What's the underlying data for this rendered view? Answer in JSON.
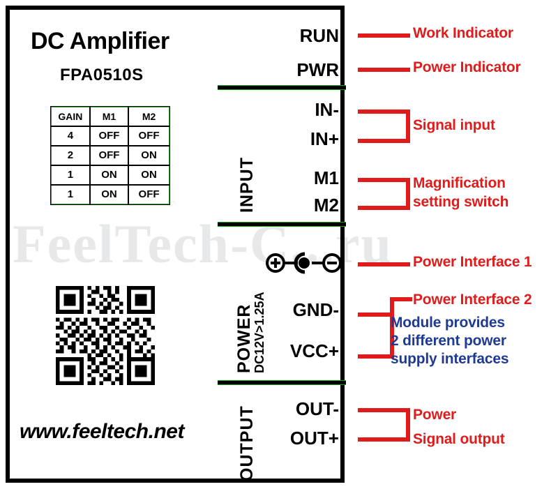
{
  "watermark": {
    "text": "FeelTech-C...ru"
  },
  "board": {
    "title": "DC Amplifier",
    "model": "FPA0510S",
    "website": "www.feeltech.net",
    "indicators": [
      {
        "label": "RUN"
      },
      {
        "label": "PWR"
      }
    ],
    "gain_table": {
      "headers": [
        "GAIN",
        "M1",
        "M2"
      ],
      "rows": [
        [
          "4",
          "OFF",
          "OFF"
        ],
        [
          "2",
          "OFF",
          "ON"
        ],
        [
          "1",
          "ON",
          "ON"
        ],
        [
          "1",
          "ON",
          "OFF"
        ]
      ]
    },
    "sections": [
      {
        "name": "INPUT",
        "vertical_label": "INPUT",
        "sub_label": "",
        "pins": [
          "IN-",
          "IN+",
          "M1",
          "M2"
        ]
      },
      {
        "name": "POWER",
        "vertical_label": "POWER",
        "sub_label": "DC12V>1.25A",
        "jack_symbol": "dc-barrel-jack-polarity-icon",
        "pins": [
          "GND-",
          "VCC+"
        ]
      },
      {
        "name": "OUTPUT",
        "vertical_label": "OUTPUT",
        "sub_label": "",
        "pins": [
          "OUT-",
          "OUT+"
        ]
      }
    ],
    "qr_code": {
      "name": "qr-code"
    }
  },
  "annotations": [
    {
      "id": "work-indicator",
      "text": "Work Indicator"
    },
    {
      "id": "power-indicator",
      "text": "Power Indicator"
    },
    {
      "id": "signal-input",
      "text": "Signal input"
    },
    {
      "id": "magnification-switch",
      "text": "Magnification\nsetting switch"
    },
    {
      "id": "magnification-line1",
      "text": "Magnification"
    },
    {
      "id": "magnification-line2",
      "text": "setting switch"
    },
    {
      "id": "power-interface-1",
      "text": "Power Interface 1"
    },
    {
      "id": "power-interface-2",
      "text": "Power Interface 2"
    },
    {
      "id": "output-power",
      "text": "Power"
    },
    {
      "id": "output-signal",
      "text": "Signal output"
    }
  ],
  "note": {
    "line1": "Module provides",
    "line2": "2 different power",
    "line3": "supply interfaces"
  },
  "colors": {
    "annotation_red": "#e01b1b",
    "note_blue": "#1f3a93",
    "silkscreen_green": "#17a01c",
    "board_black": "#000000",
    "background": "#ffffff"
  }
}
